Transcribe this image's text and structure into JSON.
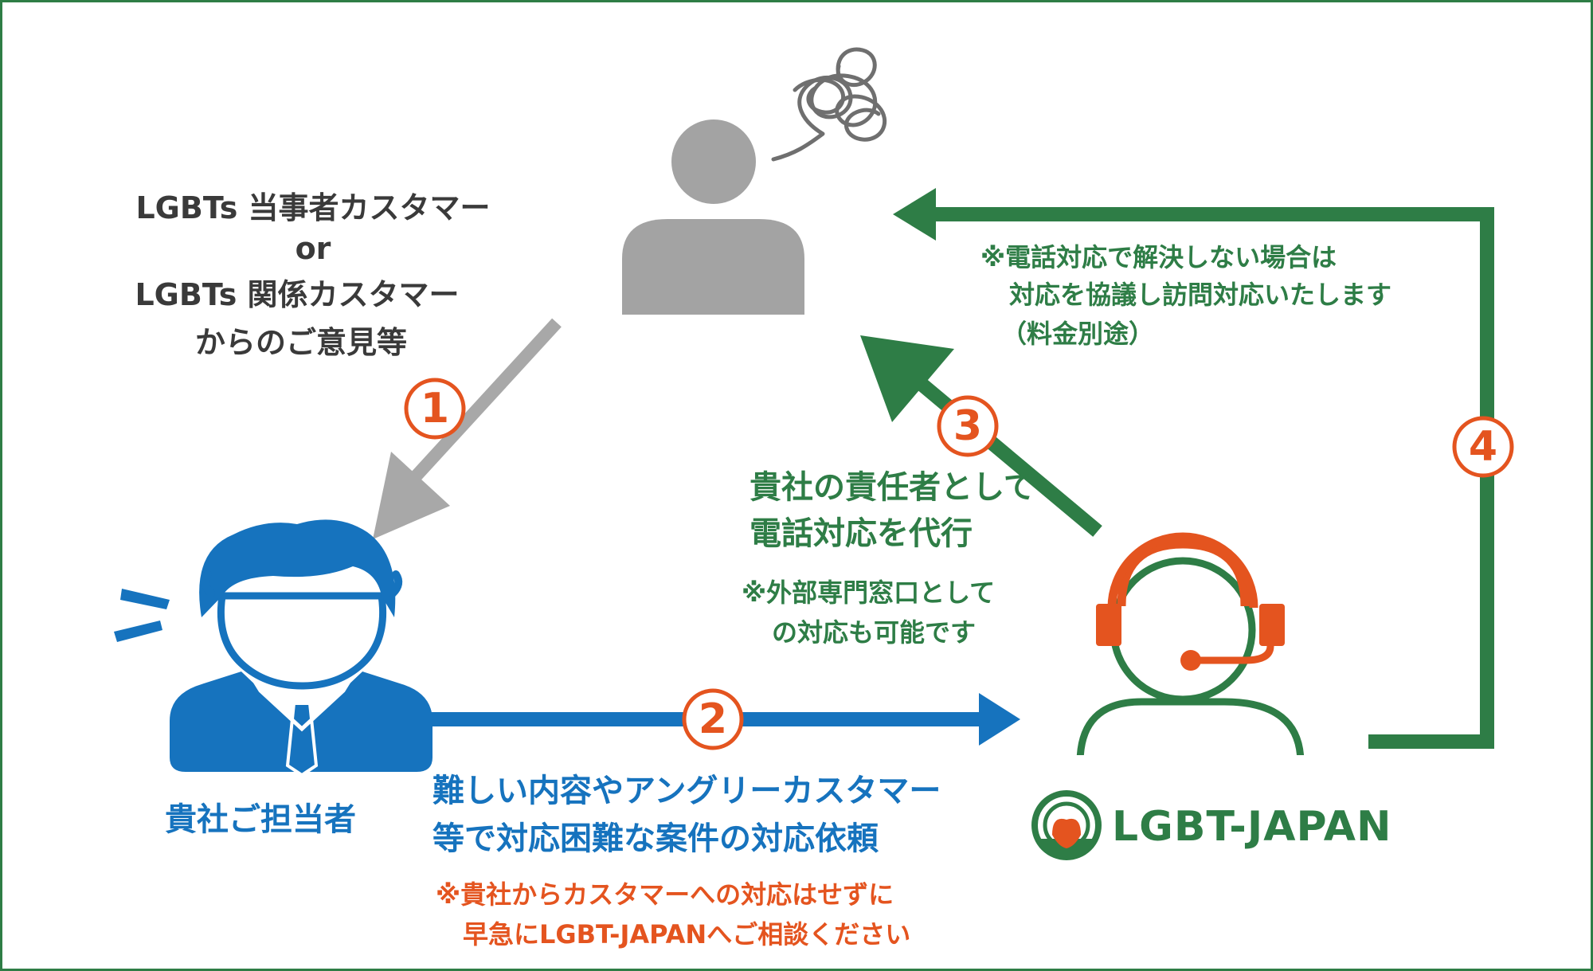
{
  "customer": {
    "line1": "LGBTs 当事者カスタマー",
    "line2": "or",
    "line3": "LGBTs 関係カスタマー",
    "line4": "からのご意見等"
  },
  "staff_label": "貴社ご担当者",
  "brand": {
    "name": "LGBT-JAPAN"
  },
  "steps": [
    "1",
    "2",
    "3",
    "4"
  ],
  "request": {
    "line1": "難しい内容やアングリーカスタマー",
    "line2": "等で対応困難な案件の対応依頼",
    "note1": "※貴社からカスタマーへの対応はせずに",
    "note2": "早急にLGBT-JAPANへご相談ください"
  },
  "response": {
    "line1": "貴社の責任者として",
    "line2": "電話対応を代行",
    "note1": "※外部専門窓口として",
    "note2": "の対応も可能です"
  },
  "visit": {
    "note1": "※電話対応で解決しない場合は",
    "note2": "対応を協議し訪問対応いたします",
    "note3": "（料金別途）"
  },
  "colors": {
    "frame": "#2e7d46",
    "gray_arrow": "#a8a8a8",
    "blue": "#1673be",
    "green": "#2e7d46",
    "orange": "#e4541f",
    "person_gray": "#a3a3a3",
    "text_dark": "#3a3a3a"
  },
  "icons": {
    "customer": "person-silhouette-icon",
    "confusion": "tangled-thought-icon",
    "staff": "businessman-icon",
    "operator": "headset-operator-icon",
    "logo": "lgbt-japan-logo-icon"
  }
}
